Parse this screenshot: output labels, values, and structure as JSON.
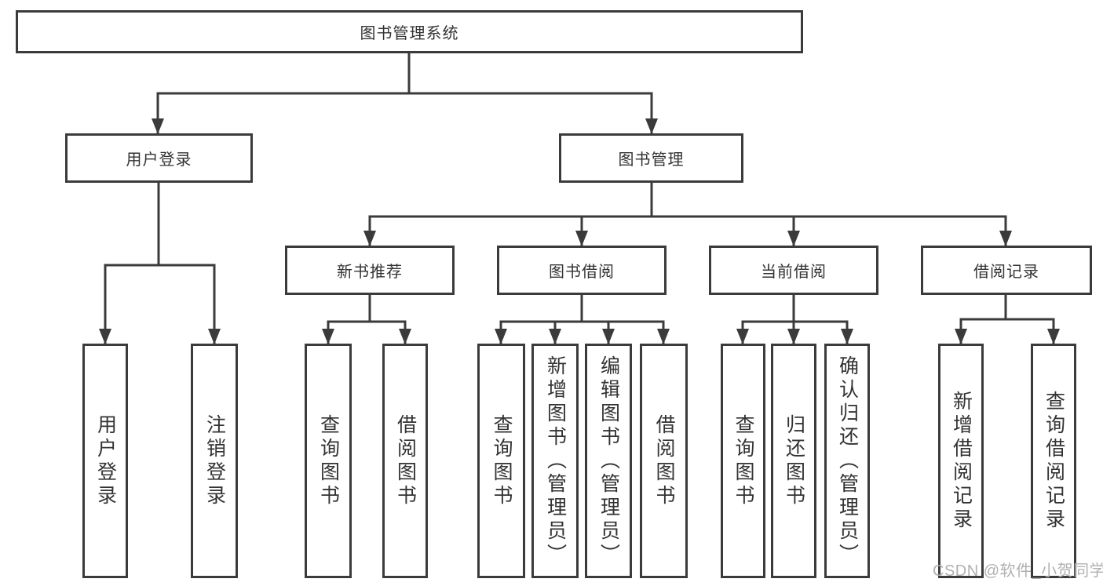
{
  "diagram": {
    "type": "hierarchy-tree",
    "title": "图书管理系统",
    "line_color": "#3b3b3b",
    "text_color": "#333333",
    "background_color": "#ffffff",
    "watermark": "CSDN @软件_小贺同学",
    "watermark_color": "#b2b1b1",
    "nodes": {
      "root": {
        "label": "图书管理系统"
      },
      "user_login": {
        "label": "用户登录"
      },
      "book_mgmt": {
        "label": "图书管理"
      },
      "new_books": {
        "label": "新书推荐"
      },
      "book_borrow": {
        "label": "图书借阅"
      },
      "current_borrow": {
        "label": "当前借阅"
      },
      "borrow_records": {
        "label": "借阅记录"
      },
      "leaf_login": {
        "label": "用户登录"
      },
      "leaf_logout": {
        "label": "注销登录"
      },
      "leaf_nb_query": {
        "label": "查询图书"
      },
      "leaf_nb_borrow": {
        "label": "借阅图书"
      },
      "leaf_bb_query": {
        "label": "查询图书"
      },
      "leaf_bb_add": {
        "label": "新增图书（管理员）"
      },
      "leaf_bb_edit": {
        "label": "编辑图书（管理员）"
      },
      "leaf_bb_borrow": {
        "label": "借阅图书"
      },
      "leaf_cb_query": {
        "label": "查询图书"
      },
      "leaf_cb_return": {
        "label": "归还图书"
      },
      "leaf_cb_confirm": {
        "label": "确认归还（管理员）"
      },
      "leaf_br_add": {
        "label": "新增借阅记录"
      },
      "leaf_br_query": {
        "label": "查询借阅记录"
      }
    },
    "edges": [
      {
        "from": "root",
        "to": [
          "user_login",
          "book_mgmt"
        ]
      },
      {
        "from": "user_login",
        "to": [
          "leaf_login",
          "leaf_logout"
        ]
      },
      {
        "from": "book_mgmt",
        "to": [
          "new_books",
          "book_borrow",
          "current_borrow",
          "borrow_records"
        ]
      },
      {
        "from": "new_books",
        "to": [
          "leaf_nb_query",
          "leaf_nb_borrow"
        ]
      },
      {
        "from": "book_borrow",
        "to": [
          "leaf_bb_query",
          "leaf_bb_add",
          "leaf_bb_edit",
          "leaf_bb_borrow"
        ]
      },
      {
        "from": "current_borrow",
        "to": [
          "leaf_cb_query",
          "leaf_cb_return",
          "leaf_cb_confirm"
        ]
      },
      {
        "from": "borrow_records",
        "to": [
          "leaf_br_add",
          "leaf_br_query"
        ]
      }
    ]
  }
}
